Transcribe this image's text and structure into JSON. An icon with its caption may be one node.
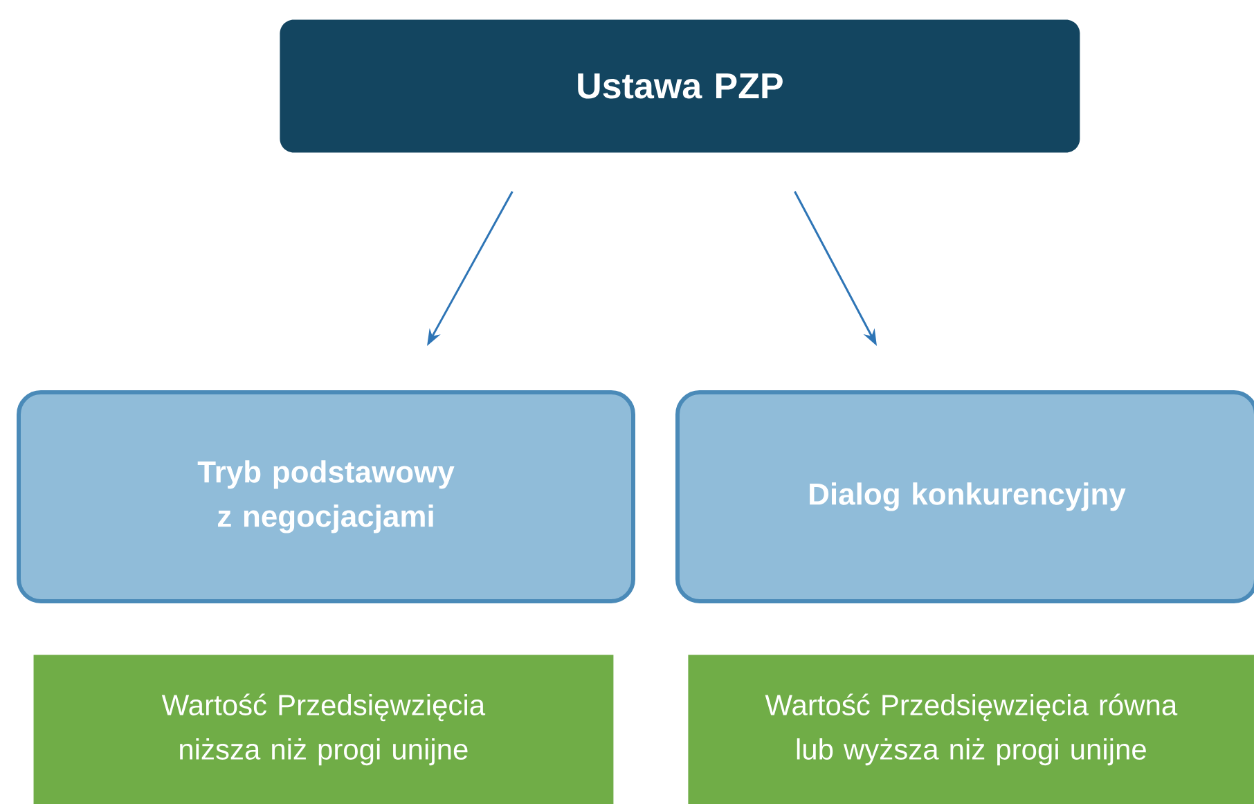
{
  "diagram": {
    "nodes": [
      {
        "text": [
          "Ustawa PZP"
        ]
      },
      {
        "text": [
          "Tryb podstawowy z negocjacjami"
        ]
      },
      {
        "text": [
          "Dialog konkurencyjny"
        ]
      },
      {
        "text": [
          "Wartość Przedsięwzięcia niższa niż progi unijne"
        ]
      },
      {
        "text": [
          "Wartość Przedsięwzięcia równa lub wyższa niż progi unijne"
        ]
      }
    ],
    "edges": [
      {
        "from": 0,
        "to": 1,
        "arrow": "to"
      },
      {
        "from": 0,
        "to": 2,
        "arrow": "to"
      }
    ]
  }
}
